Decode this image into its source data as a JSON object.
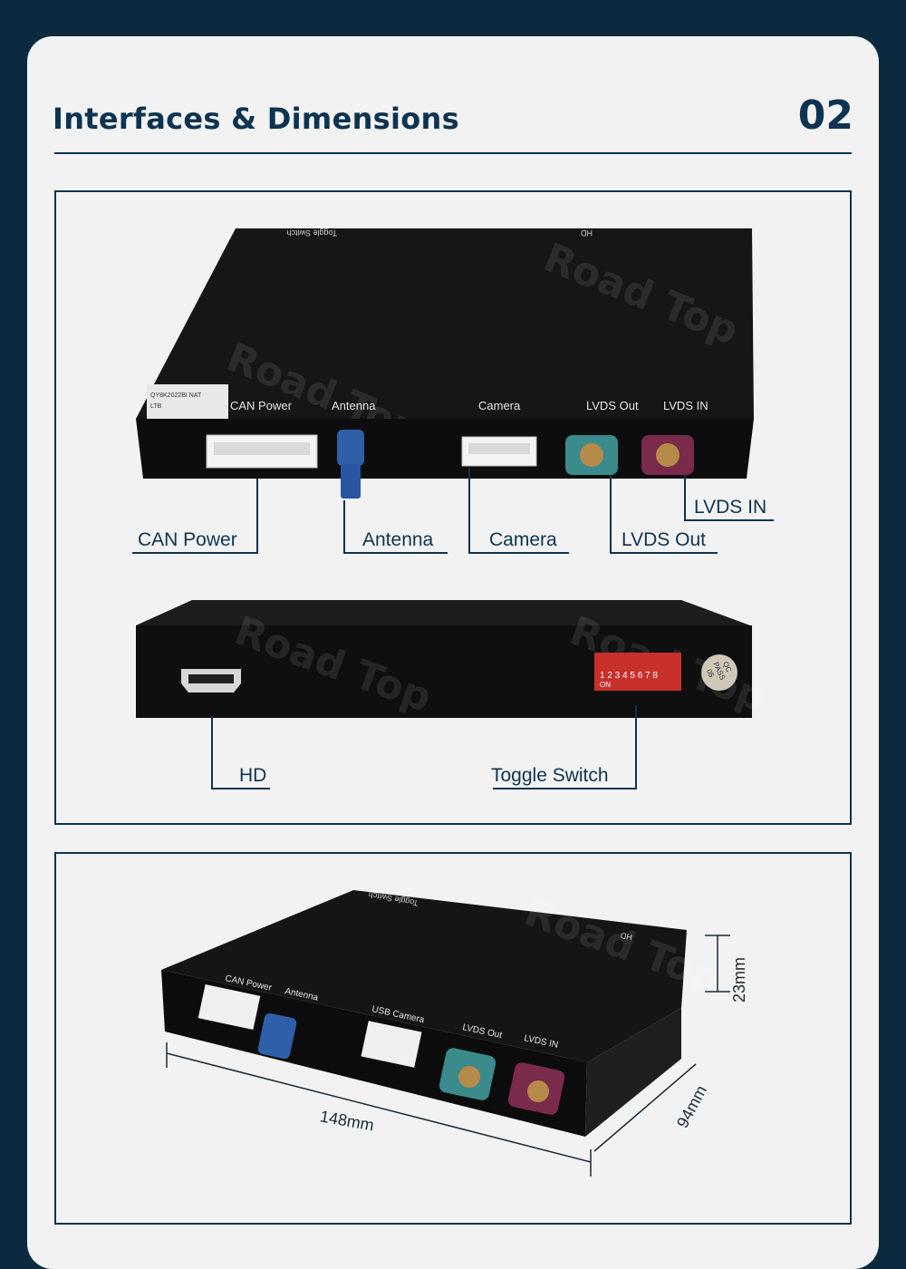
{
  "header": {
    "title": "Interfaces & Dimensions",
    "number": "02"
  },
  "front_view": {
    "port_labels": [
      "CAN Power",
      "Antenna",
      "Camera",
      "LVDS Out",
      "LVDS IN"
    ],
    "top_labels": {
      "toggle": "Toggle Switch",
      "hd": "HD"
    },
    "sticker": {
      "line1": "QY8K2022BI NAT",
      "line2": "LTB"
    },
    "callouts": {
      "can_power": "CAN Power",
      "antenna": "Antenna",
      "camera": "Camera",
      "lvds_out": "LVDS Out",
      "lvds_in": "LVDS IN"
    }
  },
  "back_view": {
    "dip_numbers": "1 2 3 4 5 6 7 8",
    "dip_on": "ON",
    "qc": {
      "line1": "QC",
      "line2": "PASS",
      "line3": "05"
    },
    "callouts": {
      "hd": "HD",
      "toggle": "Toggle Switch"
    }
  },
  "iso_view": {
    "port_labels": [
      "CAN Power",
      "Antenna",
      "USB Camera",
      "LVDS Out",
      "LVDS IN"
    ],
    "top_labels": {
      "toggle": "Toggle Switch",
      "hd": "HD"
    },
    "dimensions": {
      "width": "148mm",
      "depth": "94mm",
      "height": "23mm"
    }
  },
  "watermark": "Road Top",
  "colors": {
    "navy": "#0e3350",
    "background": "#0b2a3f",
    "card": "#f2f2f2",
    "lvds_out": "#3b8a8c",
    "lvds_in": "#7a2a4a",
    "antenna": "#2f5fa8",
    "dip_switch": "#c8302c"
  }
}
